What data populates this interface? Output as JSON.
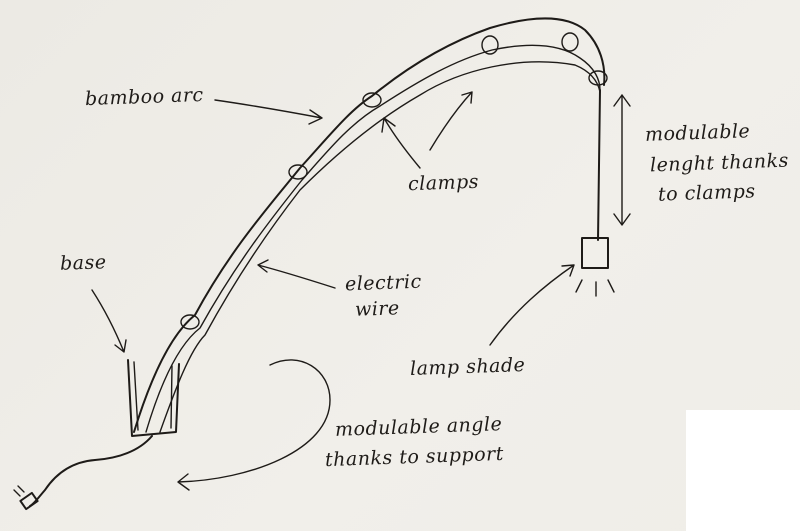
{
  "labels": {
    "bamboo_arc": "bamboo arc",
    "clamps": "clamps",
    "modulable_length_1": "modulable",
    "modulable_length_2": "lenght thanks",
    "modulable_length_3": "to clamps",
    "base": "base",
    "electric_1": "electric",
    "electric_2": "wire",
    "lamp_shade": "lamp shade",
    "angle_1": "modulable angle",
    "angle_2": "thanks to support"
  },
  "colors": {
    "ink": "#1e1b18",
    "paper": "#efede8"
  }
}
